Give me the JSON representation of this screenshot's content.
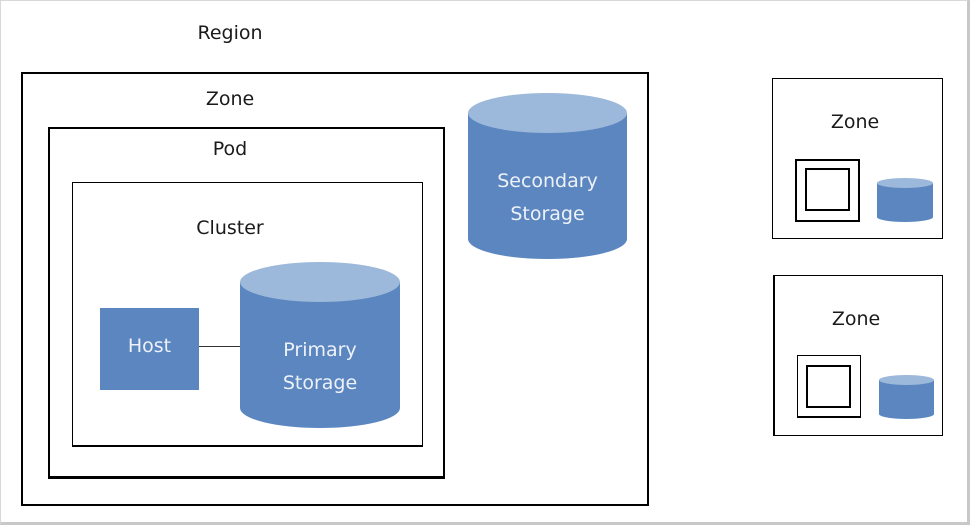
{
  "diagram": {
    "region": {
      "label": "Region"
    },
    "main_zone": {
      "label": "Zone",
      "pod": {
        "label": "Pod",
        "cluster": {
          "label": "Cluster",
          "host": {
            "label": "Host"
          },
          "primary_storage": {
            "line1": "Primary",
            "line2": "Storage"
          }
        }
      },
      "secondary_storage": {
        "line1": "Secondary",
        "line2": "Storage"
      }
    },
    "other_zones": [
      {
        "label": "Zone"
      },
      {
        "label": "Zone"
      }
    ],
    "colors": {
      "storage_body": "#5b86c0",
      "storage_top": "#9cb8da",
      "host_fill": "#5b86c0",
      "border": "#000000"
    }
  }
}
